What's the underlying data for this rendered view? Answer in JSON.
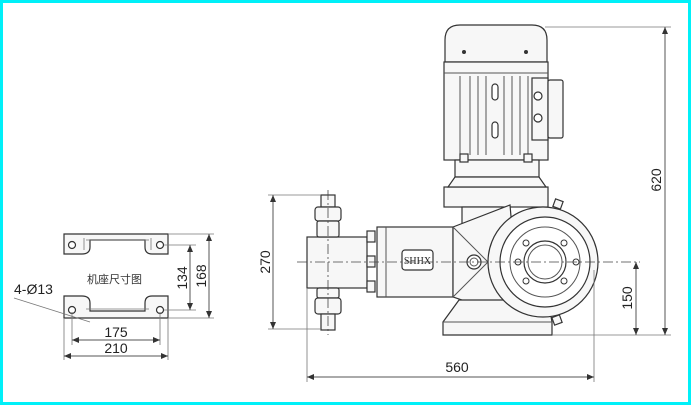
{
  "base_view": {
    "title": "机座尺寸图",
    "hole_spec": "4-Ø13",
    "dims": {
      "inner_height": "134",
      "outer_height": "168",
      "hole_span": "175",
      "outer_width": "210"
    }
  },
  "pump_view": {
    "badge": "SHHX",
    "dims": {
      "total_height": "620",
      "shaft_height": "150",
      "inlet_outlet_span": "270",
      "total_length": "560"
    }
  },
  "colors": {
    "frame": "#00f0f8",
    "line": "#333333"
  }
}
